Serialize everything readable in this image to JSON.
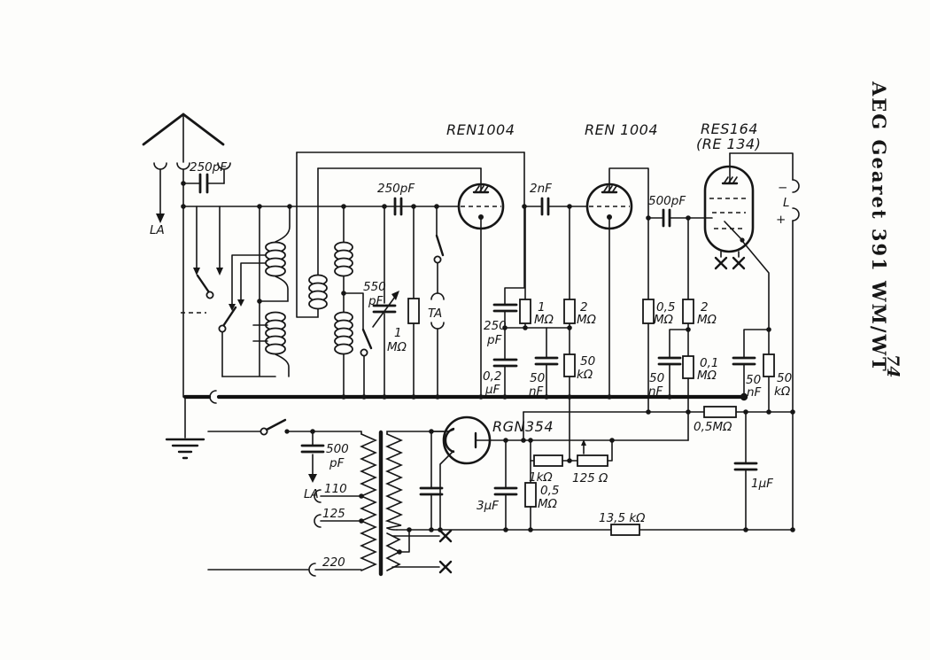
{
  "title_block": {
    "side_title": "AEG Gearet 391 WM/WT",
    "page_number": "74"
  },
  "tubes": {
    "tube1": "REN1004",
    "tube2": "REN 1004",
    "tube3_name": "RES164",
    "tube3_alt": "(RE 134)",
    "rectifier": "RGN354"
  },
  "labels": {
    "antenna_cap": "250pF",
    "antenna_input": "LA",
    "coupling_cap1": "250pF",
    "coupling_cap2": "2nF",
    "coupling_cap3": "500pF",
    "tuning_cap_value": "550",
    "tuning_cap_unit": "pF",
    "pickup": "TA",
    "grid_leak_value": "1",
    "grid_leak_unit": "MΩ",
    "grid_cap_value": "250",
    "grid_cap_unit": "pF",
    "cap_02_value": "0,2",
    "cap_02_unit": "μF",
    "r_1m_value": "1",
    "r_1m_unit": "MΩ",
    "r_2m_a_value": "2",
    "r_2m_a_unit": "MΩ",
    "c_50nf_a_value": "50",
    "c_50nf_a_unit": "nF",
    "r_50k_a_value": "50",
    "r_50k_a_unit": "kΩ",
    "r_05m_value": "0,5",
    "r_05m_unit": "MΩ",
    "r_2m_b_value": "2",
    "r_2m_b_unit": "MΩ",
    "c_50nf_b_value": "50",
    "c_50nf_b_unit": "nF",
    "r_01m_value": "0,1",
    "r_01m_unit": "MΩ",
    "c_50nf_c_value": "50",
    "c_50nf_c_unit": "nF",
    "r_50k_b_value": "50",
    "r_50k_b_unit": "kΩ",
    "r_05m_h": "0,5MΩ",
    "out_minus": "−",
    "out_l": "L",
    "out_plus": "+",
    "mains_cap_value": "500",
    "mains_cap_unit": "pF",
    "mains_antenna": "LA",
    "tap_110": "110",
    "tap_125": "125",
    "tap_220": "220",
    "c_3uf": "3μF",
    "r_05m_b_value": "0,5",
    "r_05m_b_unit": "MΩ",
    "r_1k": "1kΩ",
    "r_125": "125 Ω",
    "r_135k": "13,5 kΩ",
    "c_1uf": "1μF"
  }
}
